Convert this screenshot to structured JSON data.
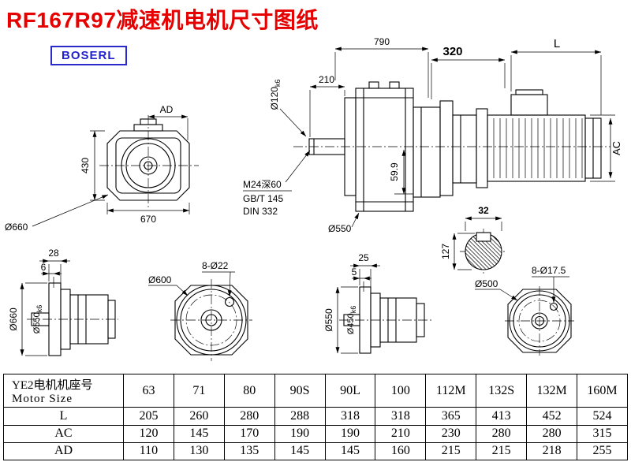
{
  "page": {
    "title": "RF167R97减速机电机尺寸图纸",
    "brand": "BOSERL"
  },
  "colors": {
    "title_red": "#e60000",
    "brand_blue": "#2222cc",
    "line_black": "#000000"
  },
  "dims": {
    "front": {
      "ad": "AD",
      "h430": "430",
      "w670": "670",
      "d660": "Ø660"
    },
    "side": {
      "w790": "790",
      "w210": "210",
      "shaft_d": "Ø120",
      "shaft_tol": "k6",
      "thread": "M24深60",
      "std_gb": "GB/T 145",
      "std_din": "DIN 332",
      "h599": "59.9",
      "d550": "Ø550"
    },
    "motor": {
      "w320": "320",
      "len": "L",
      "ac": "AC"
    },
    "key": {
      "w32": "32",
      "h127": "127"
    },
    "b1": {
      "w28": "28",
      "w6": "6",
      "d660": "Ø660",
      "d550": "Ø550",
      "d550_tol": "k6"
    },
    "b2": {
      "d600": "Ø600",
      "holes": "8-Ø22"
    },
    "b3": {
      "w25": "25",
      "w5": "5",
      "d550": "Ø550",
      "d450": "Ø450",
      "d450_tol": "k6"
    },
    "b4": {
      "d500": "Ø500",
      "holes": "8-Ø17.5"
    }
  },
  "table": {
    "header_cn": "YE2电机机座号",
    "header_en": "Motor Size",
    "columns": [
      "63",
      "71",
      "80",
      "90S",
      "90L",
      "100",
      "112M",
      "132S",
      "132M",
      "160M"
    ],
    "rows": [
      {
        "label": "L",
        "values": [
          "205",
          "260",
          "280",
          "288",
          "318",
          "318",
          "365",
          "413",
          "452",
          "524"
        ]
      },
      {
        "label": "AC",
        "values": [
          "120",
          "145",
          "170",
          "190",
          "190",
          "210",
          "230",
          "280",
          "280",
          "315"
        ]
      },
      {
        "label": "AD",
        "values": [
          "110",
          "130",
          "135",
          "145",
          "145",
          "160",
          "215",
          "215",
          "218",
          "255"
        ]
      }
    ]
  }
}
